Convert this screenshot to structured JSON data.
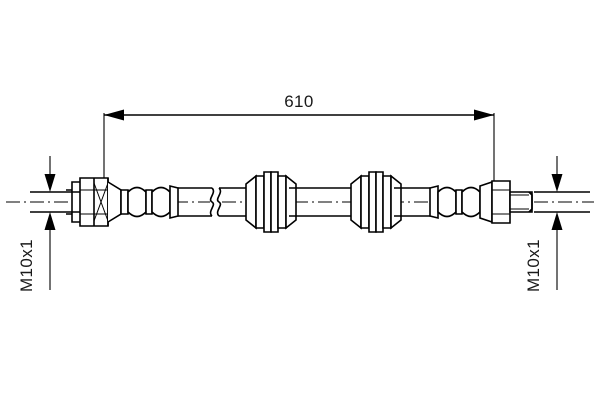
{
  "drawing": {
    "title": "Brake hose technical drawing",
    "background_color": "#ffffff",
    "line_color": "#000000",
    "text_color": "#1a1a1a",
    "dimensions": {
      "overall_length": {
        "label": "610",
        "units_implied": "mm",
        "arrow_style": "double-arrow",
        "position": "top"
      }
    },
    "annotations": {
      "left_thread": {
        "label": "M10x1",
        "orientation": "vertical",
        "position": "bottom-left"
      },
      "right_thread": {
        "label": "M10x1",
        "orientation": "vertical",
        "position": "bottom-right"
      }
    },
    "components": [
      {
        "name": "left-banjo-nut",
        "type": "hex-fitting"
      },
      {
        "name": "left-crimp-ferrule",
        "type": "ribbed-crimp"
      },
      {
        "name": "hose-break-symbol",
        "type": "break-line"
      },
      {
        "name": "bracket-grommet-1",
        "type": "mounting-grommet"
      },
      {
        "name": "bracket-grommet-2",
        "type": "mounting-grommet"
      },
      {
        "name": "right-crimp-ferrule",
        "type": "ribbed-crimp"
      },
      {
        "name": "right-hex-nut",
        "type": "hex-fitting"
      },
      {
        "name": "right-male-thread",
        "type": "threaded-stud"
      }
    ]
  }
}
